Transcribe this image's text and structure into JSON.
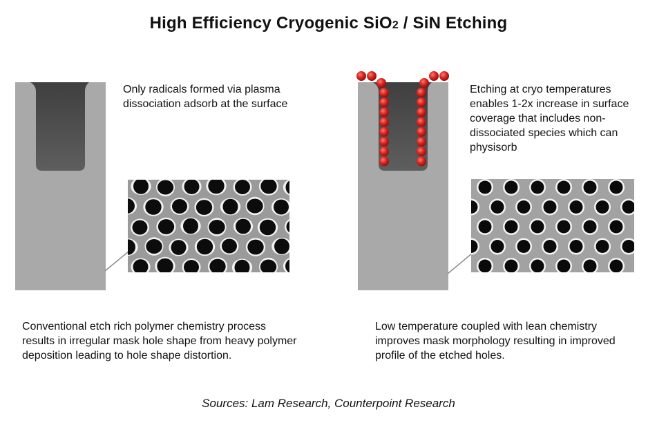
{
  "title": {
    "main": "High Efficiency Cryogenic SiO",
    "subscript": "2",
    "rest": " / SiN Etching"
  },
  "left": {
    "radicals_text": "Only radicals formed via plasma dissociation adsorb at the surface",
    "caption": "Conventional etch rich polymer chemistry process results in irregular mask hole shape from heavy polymer deposition leading to hole shape distortion."
  },
  "right": {
    "cryo_text": "Etching at cryo temperatures enables 1-2x increase in surface coverage that includes non-dissociated species which can physisorb",
    "caption": "Low temperature coupled with lean chemistry improves mask morphology resulting in improved profile of the etched holes."
  },
  "source": "Sources: Lam Research, Counterpoint Research",
  "colors": {
    "substrate": "#a9a9a9",
    "hole": "#555555",
    "molecule": "#cc1f1f",
    "sem_background": "#9a9a9a"
  }
}
